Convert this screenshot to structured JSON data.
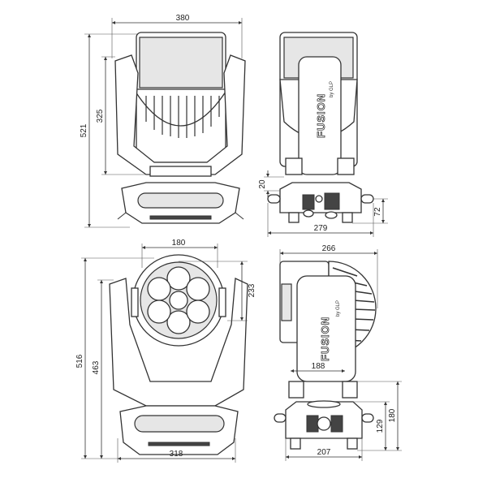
{
  "title": "FUSION by GLP dimension drawing",
  "brand": {
    "name": "FUSION",
    "sub": "by GLP"
  },
  "views": {
    "front": {
      "width": "380",
      "height_total": "521",
      "height_head": "325"
    },
    "side": {
      "gap": "20",
      "base_height": "72",
      "base_width": "279"
    },
    "lens": {
      "head_width": "180",
      "head_height": "233",
      "height_total": "516",
      "height_tilt": "463",
      "base_width": "318"
    },
    "tilt_side": {
      "depth": "266",
      "yoke_width": "188",
      "base_height": "129",
      "yoke_height": "180",
      "base_width": "207"
    }
  }
}
